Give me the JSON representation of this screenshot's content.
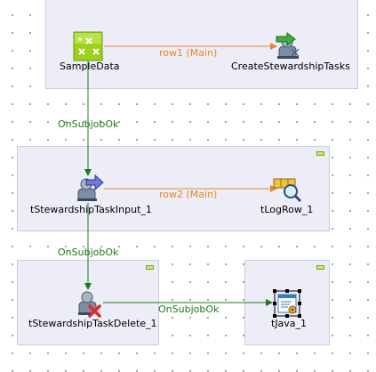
{
  "components": {
    "sample_data": {
      "label": "SampleData",
      "icon": "row-generator-icon"
    },
    "create_tasks": {
      "label": "CreateStewardshipTasks",
      "icon": "stewardship-output-icon"
    },
    "task_input": {
      "label": "tStewardshipTaskInput_1",
      "icon": "stewardship-input-icon"
    },
    "log_row": {
      "label": "tLogRow_1",
      "icon": "log-row-icon"
    },
    "task_delete": {
      "label": "tStewardshipTaskDelete_1",
      "icon": "stewardship-delete-icon"
    },
    "java": {
      "label": "tJava_1",
      "icon": "java-code-icon"
    }
  },
  "links": {
    "row1": "row1 (Main)",
    "row2": "row2 (Main)",
    "subjob_ok_1": "OnSubjobOk",
    "subjob_ok_2": "OnSubjobOk",
    "subjob_ok_3": "OnSubjobOk"
  },
  "colors": {
    "main_link": "#e8862b",
    "trigger_link": "#1c7a1c",
    "subjob_bg": "#ecedf7",
    "collapse": "#c8ea6c"
  }
}
